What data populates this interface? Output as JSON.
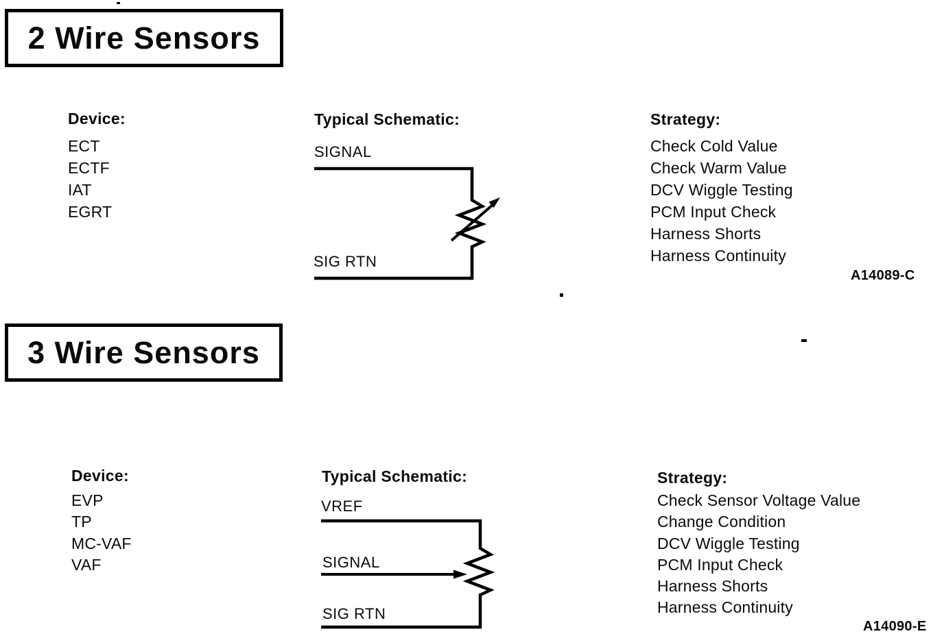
{
  "sections": [
    {
      "title": "2 Wire Sensors",
      "figure_code": "A14089-C",
      "device": {
        "heading": "Device:",
        "items": [
          "ECT",
          "ECTF",
          "IAT",
          "EGRT"
        ]
      },
      "schematic": {
        "heading": "Typical Schematic:",
        "type": "variable-resistor-2-wire",
        "labels": {
          "signal": "SIGNAL",
          "sig_rtn": "SIG RTN"
        }
      },
      "strategy": {
        "heading": "Strategy:",
        "items": [
          "Check Cold Value",
          "Check Warm Value",
          "DCV Wiggle Testing",
          "PCM Input Check",
          "Harness Shorts",
          "Harness Continuity"
        ]
      }
    },
    {
      "title": "3 Wire Sensors",
      "figure_code": "A14090-E",
      "device": {
        "heading": "Device:",
        "items": [
          "EVP",
          "TP",
          "MC-VAF",
          "VAF"
        ]
      },
      "schematic": {
        "heading": "Typical Schematic:",
        "type": "potentiometer-3-wire",
        "labels": {
          "vref": "VREF",
          "signal": "SIGNAL",
          "sig_rtn": "SIG RTN"
        }
      },
      "strategy": {
        "heading": "Strategy:",
        "items": [
          "Check Sensor Voltage Value",
          "Change Condition",
          "DCV Wiggle Testing",
          "PCM Input Check",
          "Harness Shorts",
          "Harness Continuity"
        ]
      }
    }
  ]
}
